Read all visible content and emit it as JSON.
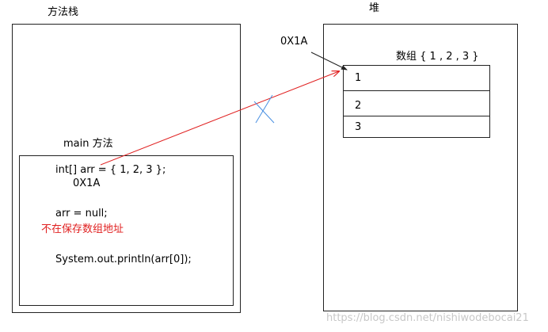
{
  "stack": {
    "title": "方法栈",
    "frame_title": "main 方法",
    "code": {
      "line1": "int[] arr = { 1, 2, 3 };",
      "addr": "0X1A",
      "line2": "arr = null;",
      "note": "不在保存数组地址",
      "line3": "System.out.println(arr[0]);"
    }
  },
  "heap": {
    "title": "堆",
    "addr_label": "0X1A",
    "array_label": "数组 { 1 , 2 , 3 }",
    "cells": [
      "1",
      "2",
      "3"
    ]
  },
  "colors": {
    "reference_arrow": "#e02020",
    "cross_mark": "#4a90e2",
    "pointer_arrow": "#222222",
    "note_text": "#e02020"
  },
  "watermark": "https://blog.csdn.net/nishiwodebocai21"
}
